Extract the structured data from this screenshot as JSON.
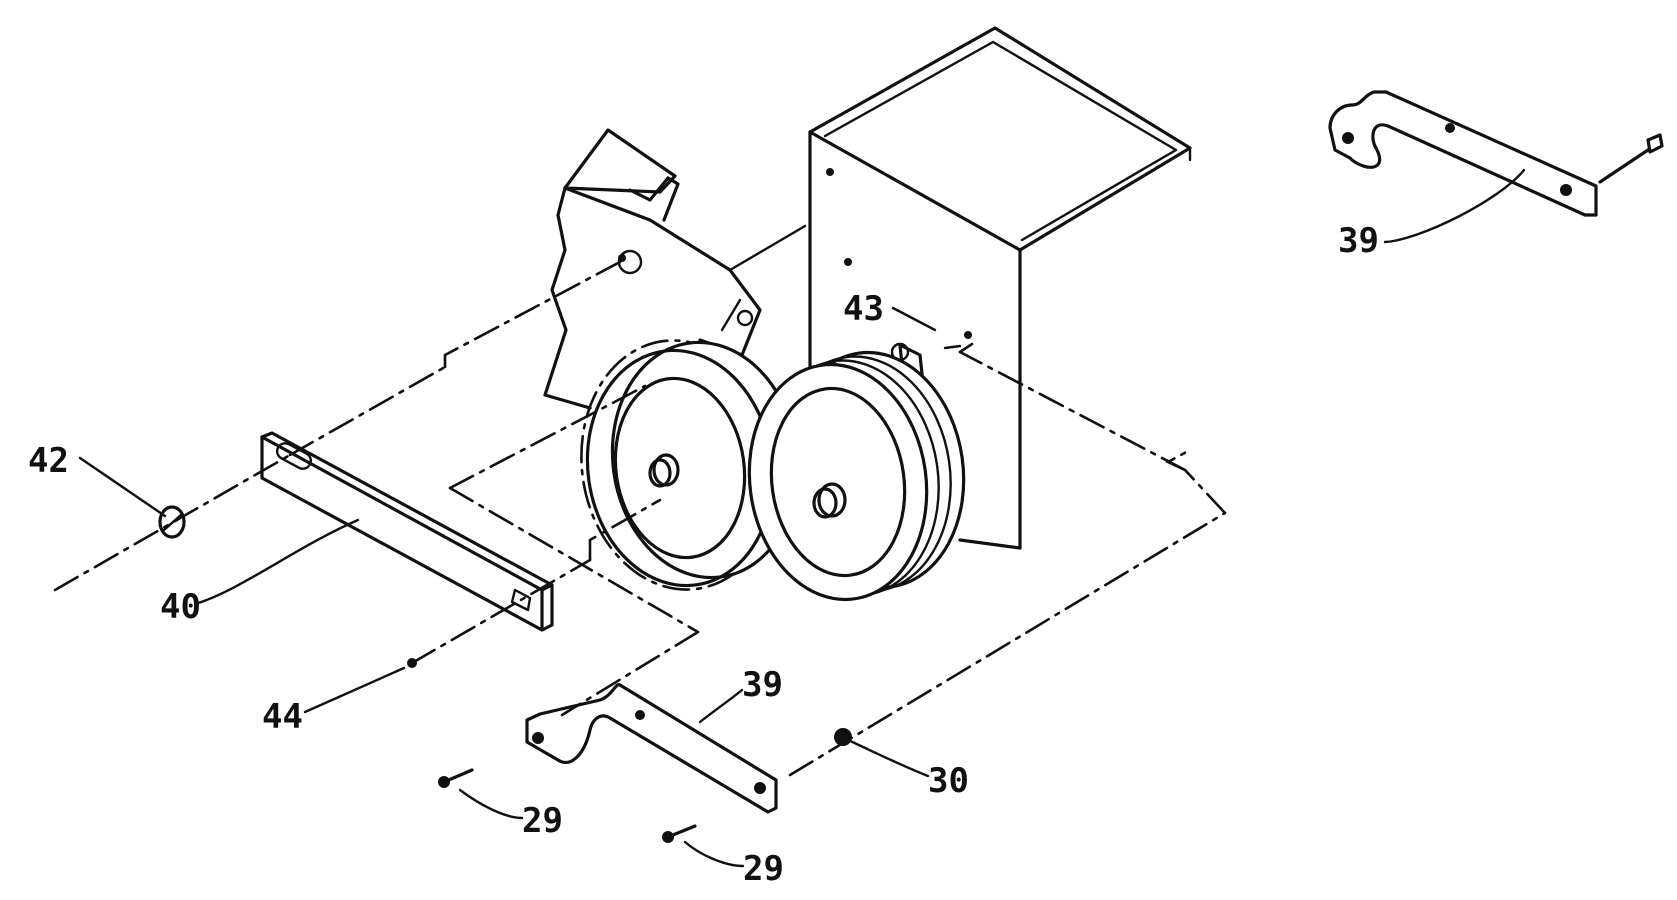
{
  "callouts": {
    "p39_top": "39",
    "p43": "43",
    "p42": "42",
    "p40": "40",
    "p44": "44",
    "p39_bottom": "39",
    "p30": "30",
    "p29_left": "29",
    "p29_right": "29"
  },
  "colors": {
    "ink": "#111111",
    "paper": "#ffffff"
  }
}
